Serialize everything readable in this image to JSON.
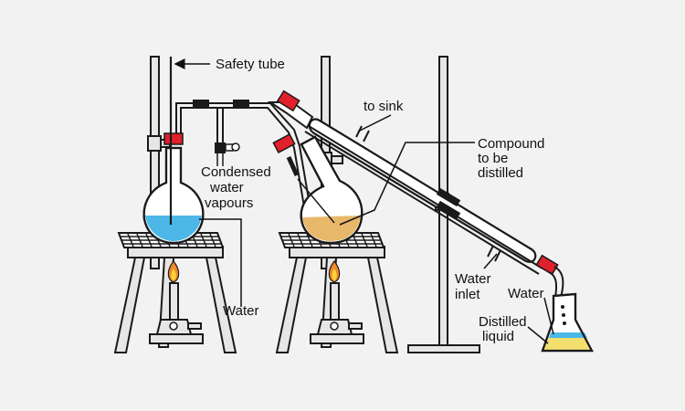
{
  "labels": {
    "safety_tube": "Safety tube",
    "to_sink": "to sink",
    "compound_line1": "Compound",
    "compound_line2": "to be",
    "compound_line3": "distilled",
    "condensed_line1": "Condensed",
    "condensed_line2": "water",
    "condensed_line3": "vapours",
    "water": "Water",
    "water_inlet_line1": "Water",
    "water_inlet_line2": "inlet",
    "water_flask": "Water",
    "distilled_line1": "Distilled",
    "distilled_line2": "liquid"
  },
  "colors": {
    "background": "#f2f2f2",
    "stand": "#e6e6e6",
    "water_blue": "#4db8e8",
    "compound_orange": "#e8b86a",
    "distillate_yellow": "#f3df6e",
    "stopper_red": "#e0202a",
    "flame_orange": "#f08a2a",
    "flame_yellow": "#ffd23a"
  }
}
